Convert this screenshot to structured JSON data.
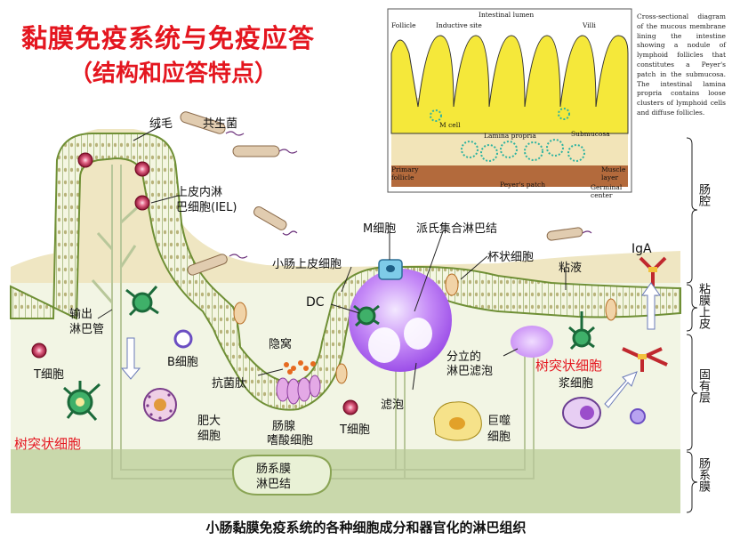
{
  "title": {
    "line1": "黏膜免疫系统与免疫应答",
    "line2": "（结构和应答特点）"
  },
  "inset": {
    "labels": {
      "intestinal_lumen": "Intestinal lumen",
      "follicle": "Follicle",
      "inductive_site": "Inductive site",
      "villi": "Villi",
      "m_cell": "M cell",
      "lamina_propria": "Lamina propria",
      "submucosa": "Submucosa",
      "primary_follicle": "Primary follicle",
      "muscle_layer": "Muscle layer",
      "germinal_center": "Germinal center",
      "peyers_patch": "Peyer's patch"
    },
    "description": "Cross-sectional diagram of the mucous membrane lining the intestine showing a nodule of lymphoid follicles that constitutes a Peyer's patch in the submucosa. The intestinal lamina propria contains loose clusters of lymphoid cells and diffuse follicles."
  },
  "labels": {
    "villus": "绒毛",
    "commensal": "共生菌",
    "iel_line1": "上皮内淋",
    "iel_line2": "巴细胞(IEL)",
    "m_cell": "M细胞",
    "peyers_patch": "派氏集合淋巴结",
    "enterocyte": "小肠上皮细胞",
    "goblet": "杯状细胞",
    "mucus": "粘液",
    "iga": "IgA",
    "dc": "DC",
    "efferent_line1": "输出",
    "efferent_line2": "淋巴管",
    "crypt": "隐窝",
    "isolated_line1": "分立的",
    "isolated_line2": "淋巴滤泡",
    "t_cell_left": "T细胞",
    "b_cell": "B细胞",
    "antimicrobial": "抗菌肽",
    "mast_line1": "肥大",
    "mast_line2": "细胞",
    "paneth_line1": "肠腺",
    "paneth_line2": "嗜酸细胞",
    "t_cell_mid": "T细胞",
    "follicle": "滤泡",
    "macrophage_line1": "巨噬",
    "macrophage_line2": "细胞",
    "plasma": "浆细胞",
    "dendritic_left": "树突状细胞",
    "dendritic_right": "树突状细胞",
    "mln_line1": "肠系膜",
    "mln_line2": "淋巴结"
  },
  "zones": {
    "lumen": "肠腔",
    "epithelium": "粘膜上皮",
    "lamina": "固有层",
    "mesentery": "肠系膜"
  },
  "caption": "小肠黏膜免疫系统的各种细胞成分和器官化的淋巴组织",
  "colors": {
    "title_red": "#e4161f",
    "lumen": "#efe6c2",
    "epithelium": "#f0f3d8",
    "lamina": "#f2f6e6",
    "mesentery": "#c9d9ac",
    "cell_border": "#7a9a3a",
    "follicle": "#b06cf0",
    "iga": "#c0282e"
  }
}
